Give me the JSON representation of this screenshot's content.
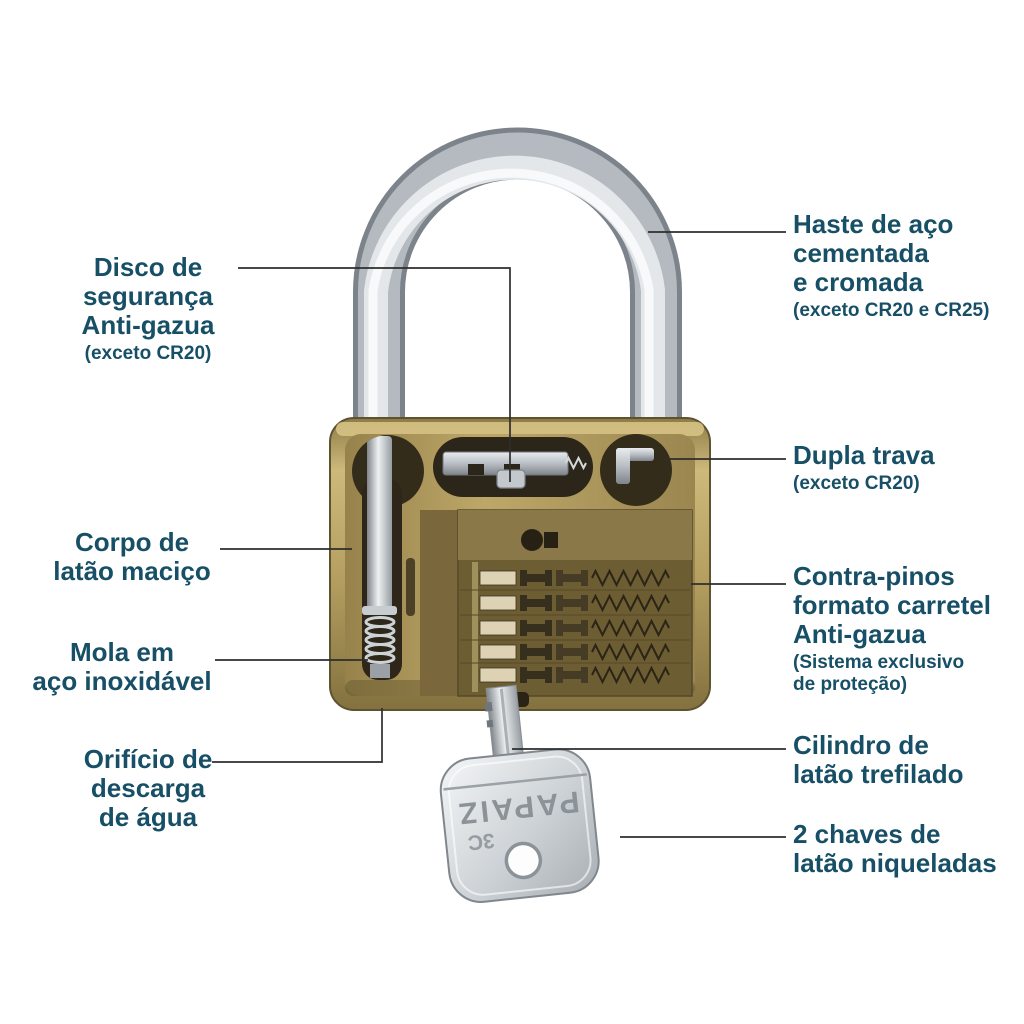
{
  "labels": {
    "disco": {
      "l1": "Disco de",
      "l2": "segurança",
      "l3": "Anti-gazua",
      "note": "(exceto CR20)"
    },
    "haste": {
      "l1": "Haste de aço",
      "l2": "cementada",
      "l3": "e cromada",
      "note": "(exceto CR20 e CR25)"
    },
    "dupla": {
      "l1": "Dupla trava",
      "note": "(exceto CR20)"
    },
    "corpo": {
      "l1": "Corpo de",
      "l2": "latão maciço"
    },
    "contra": {
      "l1": "Contra-pinos",
      "l2": "formato carretel",
      "l3": "Anti-gazua",
      "note1": "(Sistema exclusivo",
      "note2": "de proteção)"
    },
    "mola": {
      "l1": "Mola em",
      "l2": "aço inoxidável"
    },
    "cilindro": {
      "l1": "Cilindro de",
      "l2": "latão trefilado"
    },
    "orificio": {
      "l1": "Orifício de",
      "l2": "descarga",
      "l3": "de água"
    },
    "chaves": {
      "l1": "2 chaves de",
      "l2": "latão niqueladas"
    }
  },
  "key": {
    "brand": "PAPAIZ",
    "code": "3C"
  },
  "colors": {
    "label_text": "#174f66",
    "line": "#2e2e2e",
    "brass": "#b39e5f",
    "chrome": "#c6cbd0",
    "background": "#ffffff"
  }
}
